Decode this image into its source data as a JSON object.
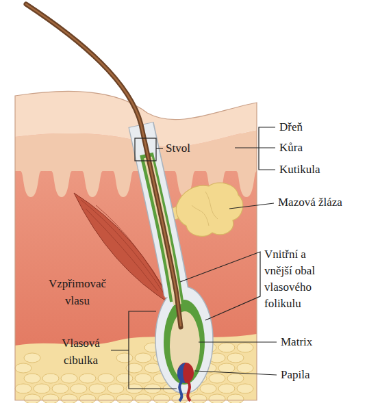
{
  "diagram": {
    "labels": [
      "Dřeň",
      "Stvol",
      "Kůra",
      "Kutikula",
      "Mazová žláza",
      "Vnitřní a vnější obal vlasového folikulu",
      "Vzpřimovač vlasu",
      "Vlasová cibulka",
      "Matrix",
      "Papila"
    ]
  }
}
